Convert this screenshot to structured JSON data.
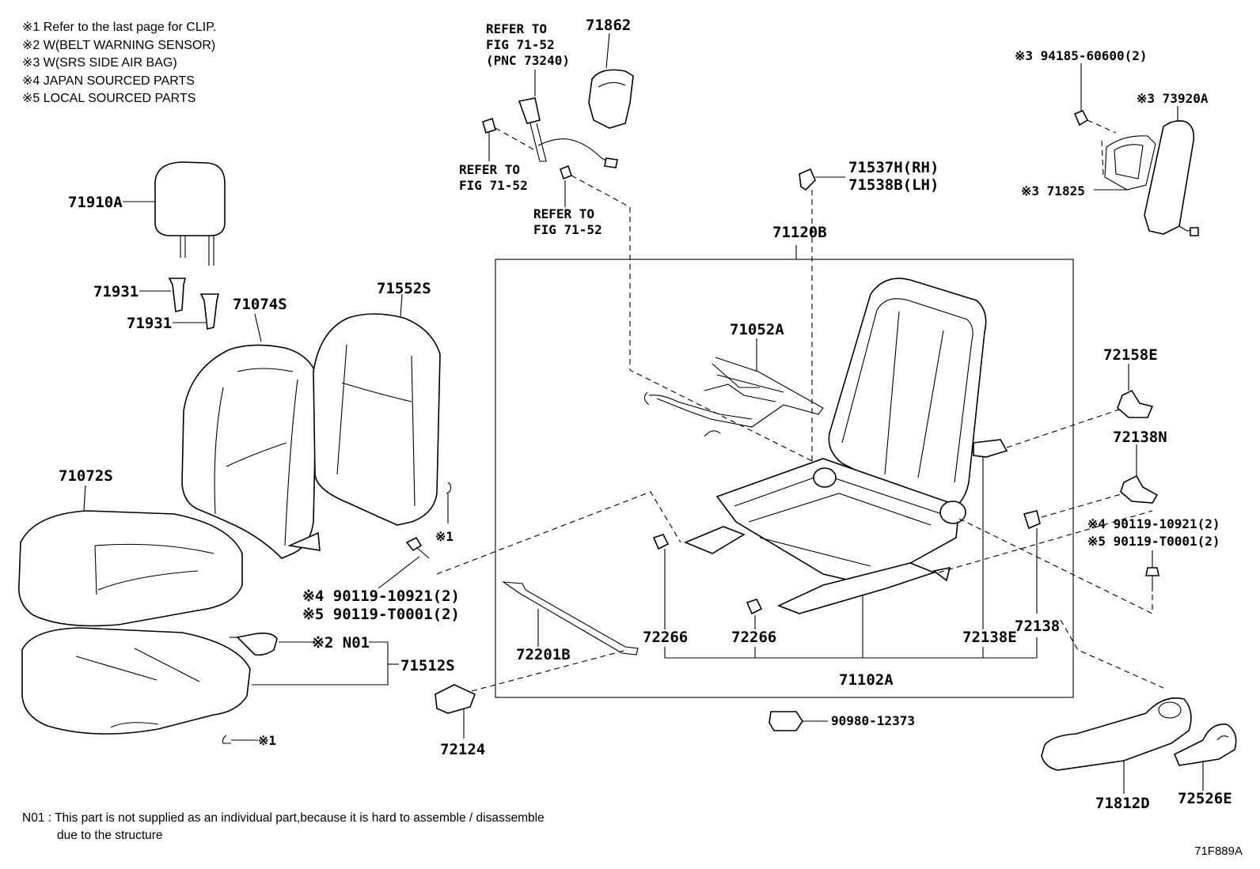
{
  "notes": [
    "※1  Refer to the last page for CLIP.",
    "※2  W(BELT WARNING SENSOR)",
    "※3  W(SRS SIDE AIR BAG)",
    "※4 JAPAN SOURCED PARTS",
    "※5 LOCAL SOURCED PARTS"
  ],
  "footnote": {
    "line1": "N01 : This part is not supplied as an individual part,because it is hard to assemble / disassemble",
    "line2": "due to the structure"
  },
  "figure_code": "71F889A",
  "labels": {
    "p71910A": "71910A",
    "p71931a": "71931",
    "p71931b": "71931",
    "p71074S": "71074S",
    "p71552S": "71552S",
    "p71072S": "71072S",
    "clip1a": "※1",
    "clip1b": "※1",
    "n01": "※2 N01",
    "p71512S": "71512S",
    "bolt4": "※4 90119-10921(2)",
    "bolt5": "※5 90119-T0001(2)",
    "p72124": "72124",
    "ref1_l1": "REFER TO",
    "ref1_l2": "FIG 71-52",
    "ref1_l3": "(PNC 73240)",
    "p71862": "71862",
    "ref2_l1": "REFER TO",
    "ref2_l2": "FIG 71-52",
    "ref3_l1": "REFER TO",
    "ref3_l2": "FIG 71-52",
    "p71537H": "71537H(RH)",
    "p71538B": "71538B(LH)",
    "p71120B": "71120B",
    "p71052A": "71052A",
    "p72201B": "72201B",
    "p72266a": "72266",
    "p72266b": "72266",
    "p71102A": "71102A",
    "p72138E": "72138E",
    "p72138": "72138",
    "p90980": "90980-12373",
    "n3_94185": "※3 94185-60600(2)",
    "n3_73920A": "※3 73920A",
    "n3_71825": "※3 71825",
    "p72158E": "72158E",
    "p72138N": "72138N",
    "bolt4r": "※4 90119-10921(2)",
    "bolt5r": "※5 90119-T0001(2)",
    "p71812D": "71812D",
    "p72526E": "72526E"
  }
}
